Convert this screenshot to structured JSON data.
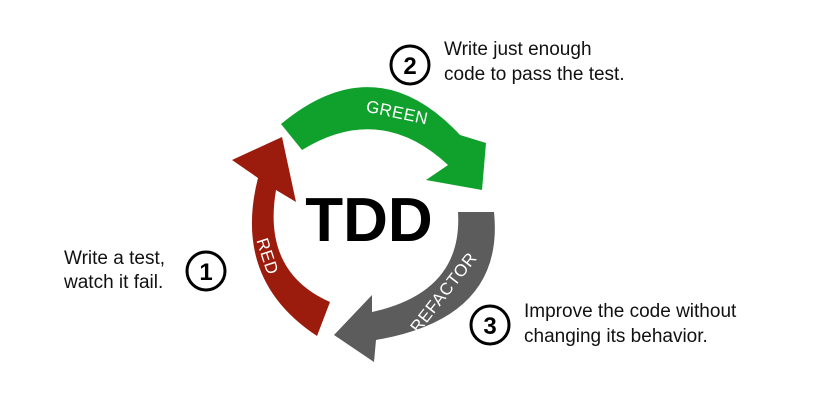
{
  "diagram": {
    "center_title": "TDD",
    "phases": [
      {
        "label": "RED",
        "color": "#9b1c0c"
      },
      {
        "label": "GREEN",
        "color": "#10a02c"
      },
      {
        "label": "REFACTOR",
        "color": "#5c5c5c"
      }
    ],
    "steps": [
      {
        "number": "1",
        "line1": "Write a test,",
        "line2": "watch it fail."
      },
      {
        "number": "2",
        "line1": "Write just enough",
        "line2": "code to pass the test."
      },
      {
        "number": "3",
        "line1": "Improve the code without",
        "line2": "changing its behavior."
      }
    ]
  }
}
